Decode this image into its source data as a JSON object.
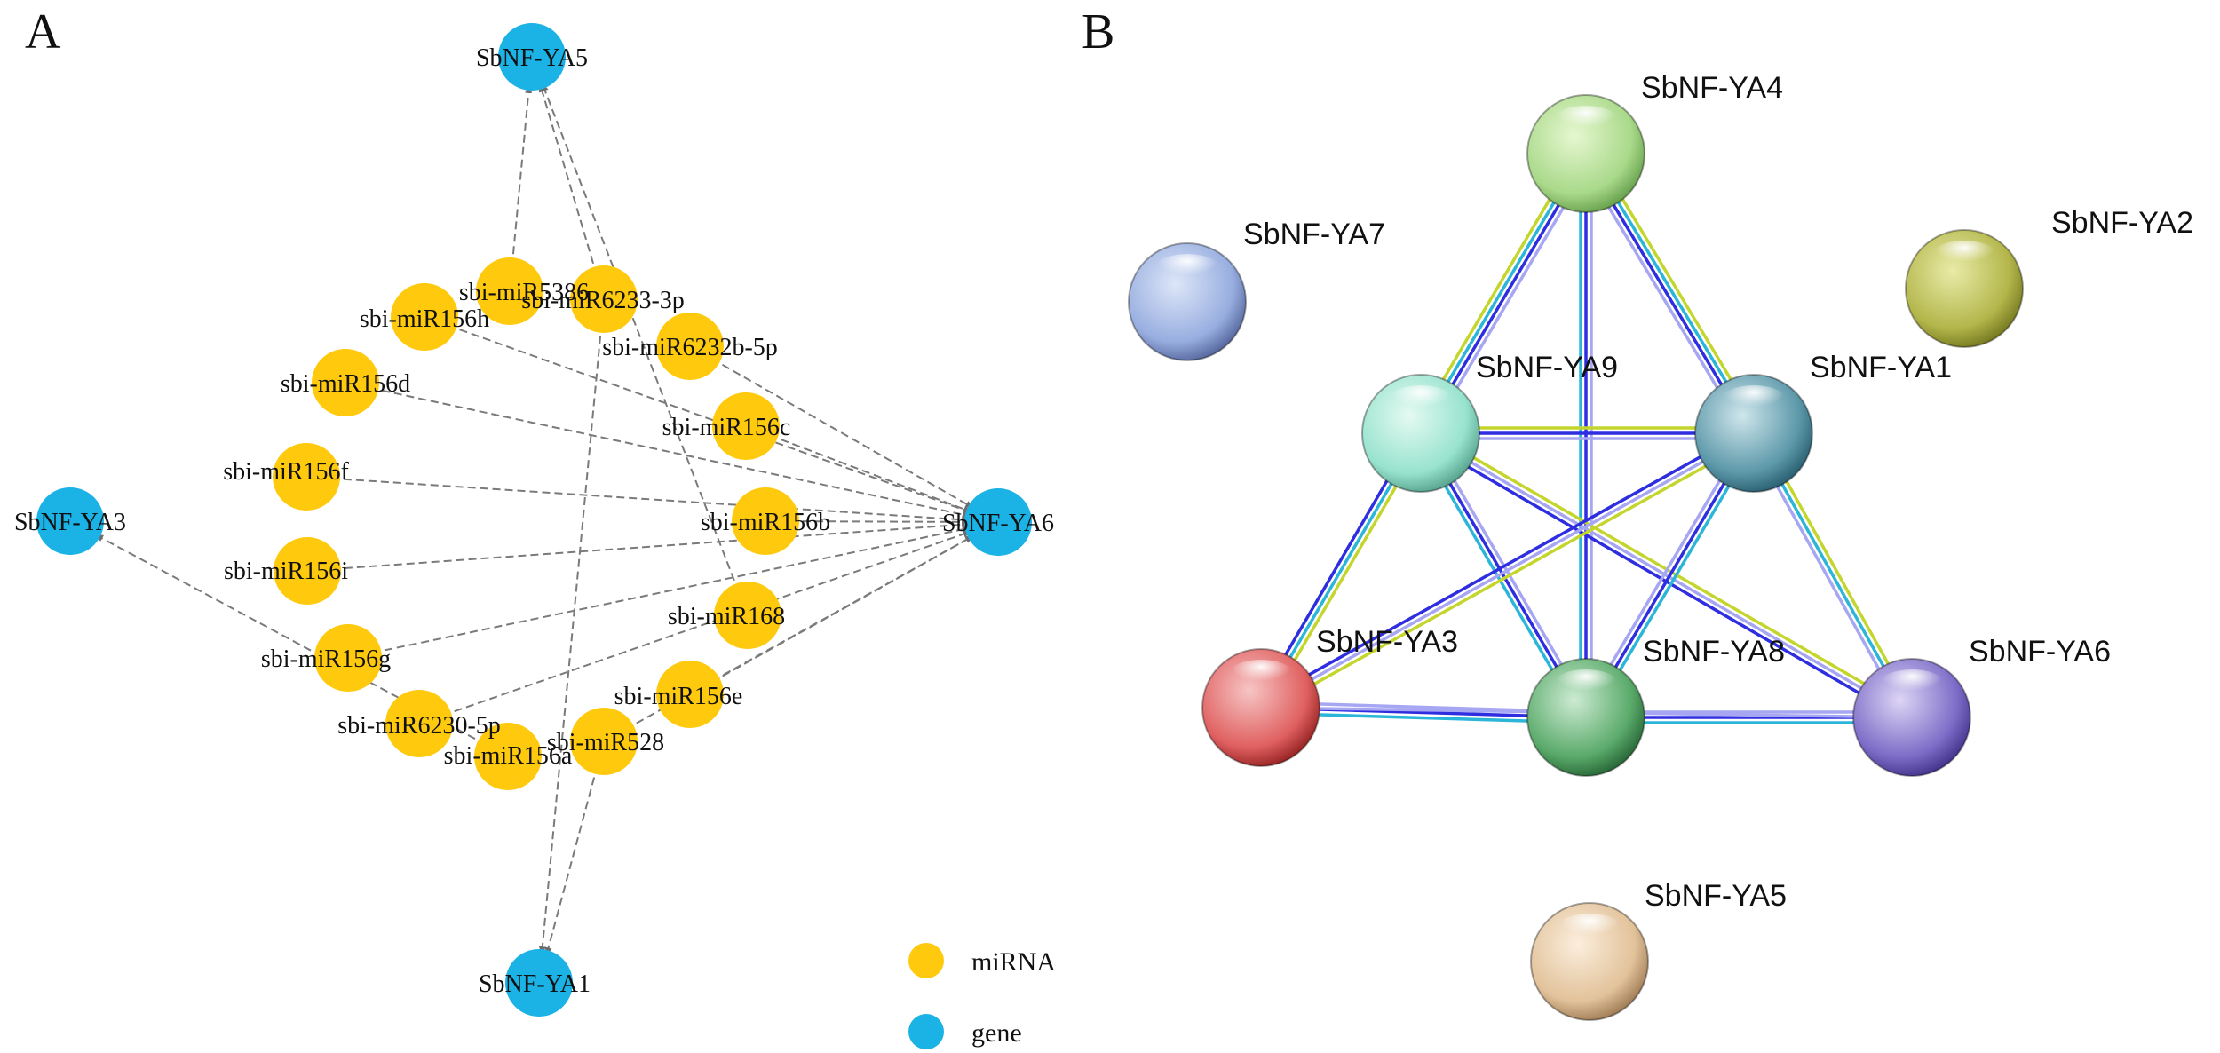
{
  "panel_a": {
    "label": "A",
    "genes": [
      "SbNF-YA5",
      "SbNF-YA3",
      "SbNF-YA6",
      "SbNF-YA1"
    ],
    "mirnas": [
      "sbi-miR5386",
      "sbi-miR6233-3p",
      "sbi-miR156h",
      "sbi-miR6232b-5p",
      "sbi-miR156d",
      "sbi-miR156c",
      "sbi-miR156f",
      "sbi-miR156b",
      "sbi-miR156i",
      "sbi-miR168",
      "sbi-miR156g",
      "sbi-miR156e",
      "sbi-miR6230-5p",
      "sbi-miR156a",
      "sbi-miR528"
    ],
    "legend": {
      "mirna": "miRNA",
      "gene": "gene"
    },
    "colors": {
      "mirna": "#FFC90E",
      "gene": "#1BB2E6",
      "edge": "#7a7a7a"
    }
  },
  "panel_b": {
    "label": "B",
    "proteins": [
      "SbNF-YA4",
      "SbNF-YA7",
      "SbNF-YA2",
      "SbNF-YA9",
      "SbNF-YA1",
      "SbNF-YA3",
      "SbNF-YA8",
      "SbNF-YA6",
      "SbNF-YA5"
    ],
    "colors": {
      "edge_yellow": "#C4D62E",
      "edge_cyan": "#2BB5D8",
      "edge_blue": "#2E2EE0",
      "edge_lavender": "#A6A6F2"
    }
  }
}
